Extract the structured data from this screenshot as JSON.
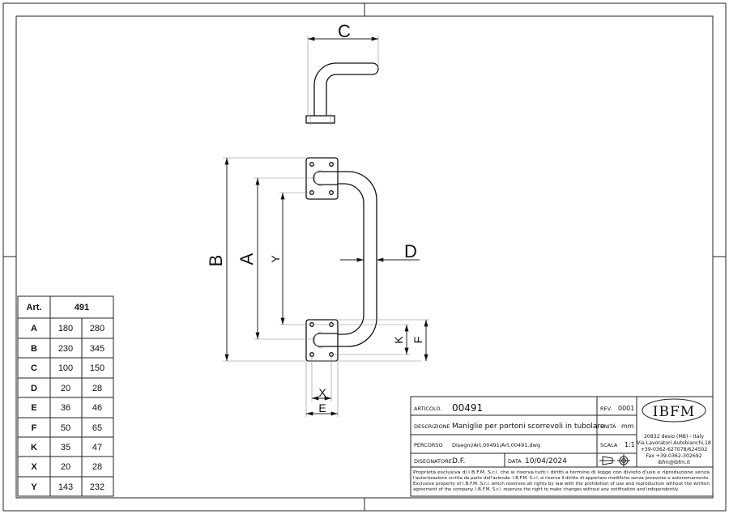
{
  "dimension_labels": {
    "A": "A",
    "B": "B",
    "C": "C",
    "D": "D",
    "E": "E",
    "F": "F",
    "K": "K",
    "X": "X",
    "Y": "Y"
  },
  "table": {
    "header": {
      "col0": "Art.",
      "col1": "491"
    },
    "rows": [
      {
        "label": "A",
        "v1": "180",
        "v2": "280"
      },
      {
        "label": "B",
        "v1": "230",
        "v2": "345"
      },
      {
        "label": "C",
        "v1": "100",
        "v2": "150"
      },
      {
        "label": "D",
        "v1": "20",
        "v2": "28"
      },
      {
        "label": "E",
        "v1": "36",
        "v2": "46"
      },
      {
        "label": "F",
        "v1": "50",
        "v2": "65"
      },
      {
        "label": "K",
        "v1": "35",
        "v2": "47"
      },
      {
        "label": "X",
        "v1": "20",
        "v2": "28"
      },
      {
        "label": "Y",
        "v1": "143",
        "v2": "232"
      }
    ]
  },
  "title_block": {
    "articolo_label": "ARTICOLO.",
    "articolo": "00491",
    "rev_label": "REV.",
    "rev": "0001",
    "descrizione_label": "DESCRIZIONE",
    "descrizione": "Maniglie per portoni scorrevoli in tubolare",
    "unita_label": "UNITÀ",
    "unita": "mm",
    "percorso_label": "PERCORSO",
    "percorso": "Disegni/Art.00491/Art.00491.dwg",
    "scala_label": "SCALA",
    "scala": "1:1",
    "disegnatore_label": "DISEGNATORE",
    "disegnatore": "D.F.",
    "data_label": "DATA",
    "data": "10/04/2024",
    "logo": "IBFM",
    "address": [
      "20832 desio (MB) - Italy",
      "Via Lavoratori Autobianchi,18",
      "+39-0362-627078/624502",
      "Fax +39-0362-302692",
      "ibfm@ibfm.it"
    ],
    "disclaimer": [
      "Proprietà esclusiva di I.B.F.M. S.r.l. che si riserva tutti i diritti a termine di legge con divieto d'uso e riproduzione senza",
      "l'autorizzazione scritta da parte dell'azienda. I.B.F.M. S.r.l. si riserva il diritto di apportare modifiche senza preavviso e autonomamente.",
      "Exclusive property of I.B.F.M. S.r.l. which reserves all rights by law with the prohibition of use and reproduction without the written",
      "agreement of the company. I.B.F.M. S.r.l. reserves the right to make changes without any notification and independently."
    ]
  }
}
